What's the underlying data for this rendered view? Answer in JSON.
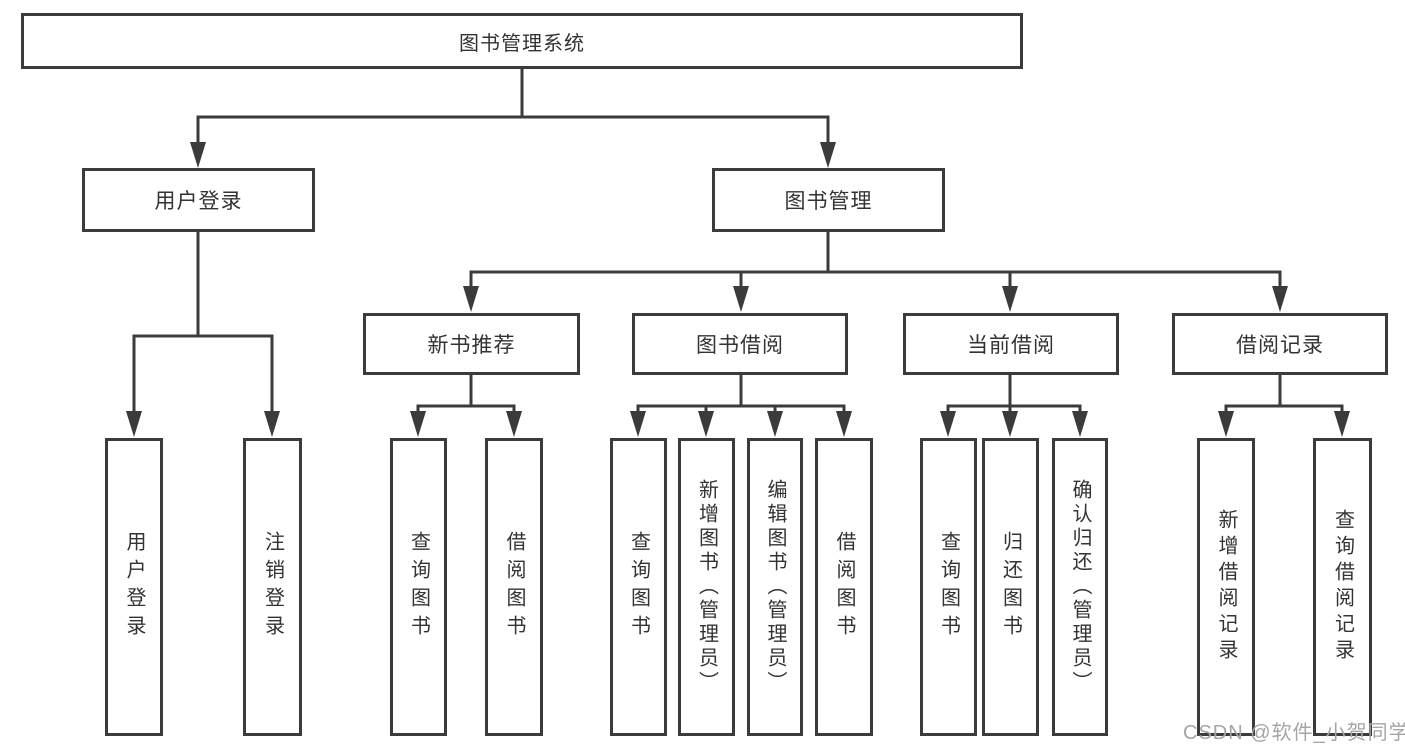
{
  "tree": {
    "root": {
      "label": "图书管理系统",
      "children": [
        {
          "label": "用户登录",
          "children": [
            {
              "label": "用户登录"
            },
            {
              "label": "注销登录"
            }
          ]
        },
        {
          "label": "图书管理",
          "children": [
            {
              "label": "新书推荐",
              "children": [
                {
                  "label": "查询图书"
                },
                {
                  "label": "借阅图书"
                }
              ]
            },
            {
              "label": "图书借阅",
              "children": [
                {
                  "label": "查询图书"
                },
                {
                  "label": "新增图书（管理员）"
                },
                {
                  "label": "编辑图书（管理员）"
                },
                {
                  "label": "借阅图书"
                }
              ]
            },
            {
              "label": "当前借阅",
              "children": [
                {
                  "label": "查询图书"
                },
                {
                  "label": "归还图书"
                },
                {
                  "label": "确认归还（管理员）"
                }
              ]
            },
            {
              "label": "借阅记录",
              "children": [
                {
                  "label": "新增借阅记录"
                },
                {
                  "label": "查询借阅记录"
                }
              ]
            }
          ]
        }
      ]
    }
  },
  "watermark": {
    "text": "CSDN @软件_小贺同学"
  },
  "colors": {
    "line": "#3b3b3b",
    "text": "#333333",
    "watermark": "#a5a5a5",
    "background": "#ffffff"
  }
}
